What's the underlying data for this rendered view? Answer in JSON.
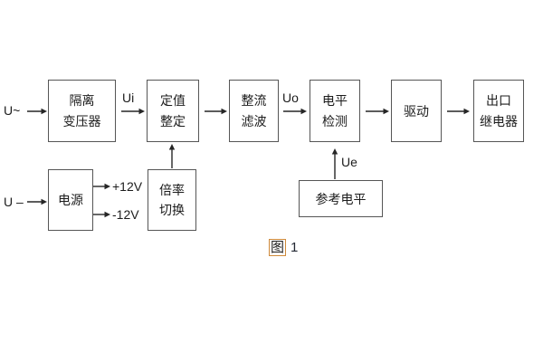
{
  "figure": {
    "caption": {
      "prefix": "图",
      "number": "1"
    }
  },
  "colors": {
    "background": "#ffffff",
    "box_border": "#565656",
    "line": "#262626",
    "text": "#1c1c1c",
    "caption_highlight": "#cf8a3b"
  },
  "blocks": [
    {
      "id": "isolation-transformer",
      "lines": [
        "隔离",
        "变压器"
      ]
    },
    {
      "id": "setting-adjust",
      "lines": [
        "定值",
        "整定"
      ]
    },
    {
      "id": "rectify-filter",
      "lines": [
        "整流",
        "滤波"
      ]
    },
    {
      "id": "level-detect",
      "lines": [
        "电平",
        "检测"
      ]
    },
    {
      "id": "drive",
      "lines": [
        "驱动"
      ]
    },
    {
      "id": "output-relay",
      "lines": [
        "出口",
        "继电器"
      ]
    },
    {
      "id": "power-supply",
      "lines": [
        "电源"
      ]
    },
    {
      "id": "ratio-switch",
      "lines": [
        "倍率",
        "切换"
      ]
    },
    {
      "id": "reference-level",
      "lines": [
        "参考电平"
      ]
    }
  ],
  "signals": {
    "u_ac": "U~",
    "ui": "Ui",
    "uo": "Uo",
    "u_dc": "U –",
    "plus_12v": "+12V",
    "minus_12v": "-12V",
    "ue": "Ue"
  }
}
